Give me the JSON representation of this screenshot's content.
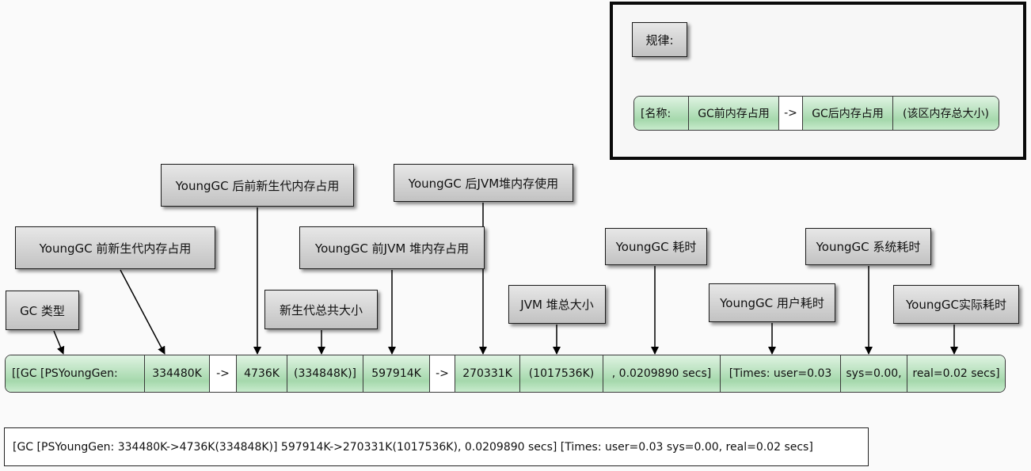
{
  "legend": {
    "title": "规律:",
    "segments": [
      "[名称:",
      "GC前内存占用",
      "->",
      "GC后内存占用",
      "(该区内存总大小)"
    ]
  },
  "annotations": {
    "gc_type": "GC 类型",
    "young_before": "YoungGC 前新生代内存占用",
    "young_after": "YoungGC 后前新生代内存占用",
    "young_total": "新生代总共大小",
    "heap_before": "YoungGC 前JVM 堆内存占用",
    "heap_after": "YoungGC 后JVM堆内存使用",
    "heap_total": "JVM 堆总大小",
    "elapsed": "YoungGC 耗时",
    "user_time": "YoungGC 用户耗时",
    "sys_time": "YoungGC 系统耗时",
    "real_time": "YoungGC实际耗时"
  },
  "log_segments": [
    "[[GC [PSYoungGen:",
    "334480K",
    "->",
    "4736K",
    "(334848K)]",
    "597914K",
    "->",
    "270331K",
    "(1017536K)",
    ", 0.0209890 secs]",
    "[Times: user=0.03",
    "sys=0.00,",
    "real=0.02 secs]"
  ],
  "raw_log": "[GC [PSYoungGen: 334480K->4736K(334848K)] 597914K->270331K(1017536K), 0.0209890 secs] [Times: user=0.03 sys=0.00, real=0.02 secs]"
}
